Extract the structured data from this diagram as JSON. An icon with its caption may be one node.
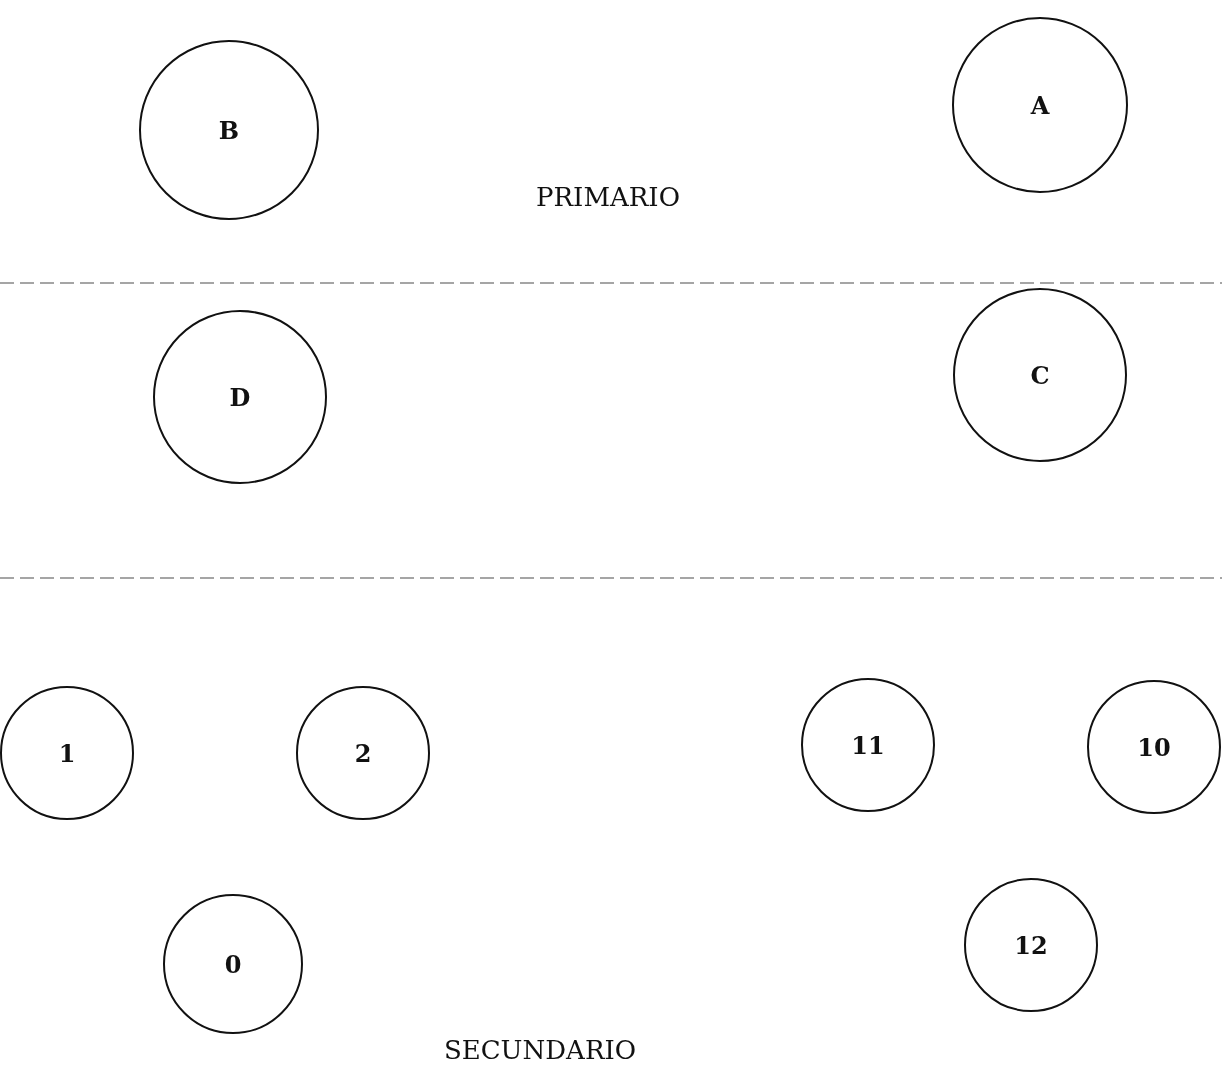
{
  "diagram": {
    "nodes": [
      {
        "text": [
          "B"
        ]
      },
      {
        "text": [
          "A"
        ]
      },
      {
        "text": [
          "D"
        ]
      },
      {
        "text": [
          "C"
        ]
      },
      {
        "text": [
          "1"
        ]
      },
      {
        "text": [
          "2"
        ]
      },
      {
        "text": [
          "11"
        ]
      },
      {
        "text": [
          "10"
        ]
      },
      {
        "text": [
          "0"
        ]
      },
      {
        "text": [
          "12"
        ]
      }
    ],
    "labels": [
      "PRIMARIO",
      "SECUNDARIO"
    ]
  }
}
